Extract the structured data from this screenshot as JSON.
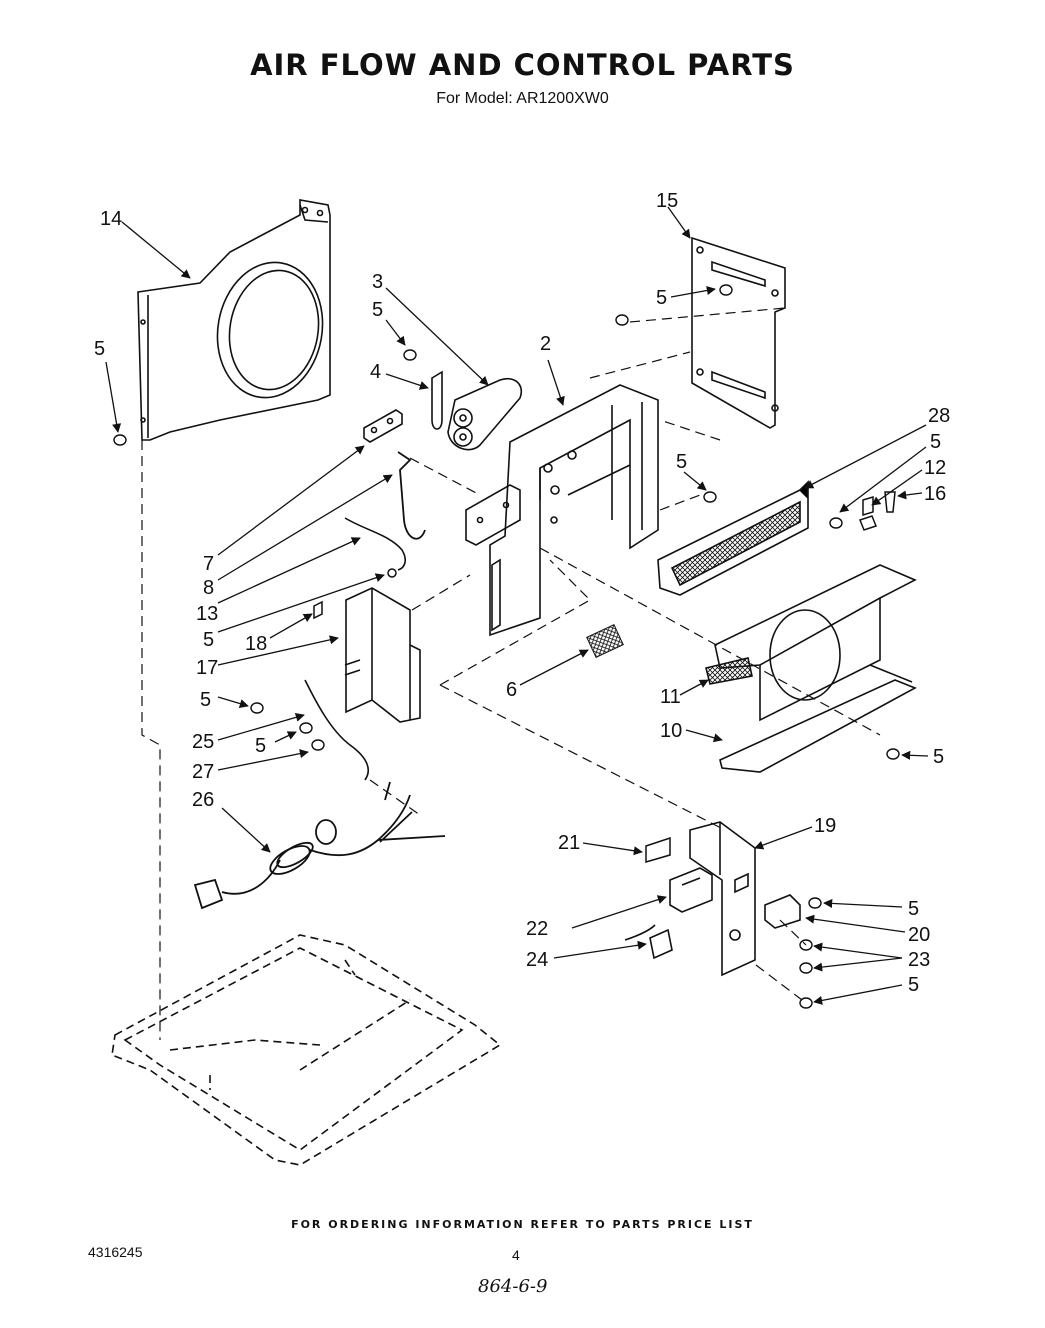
{
  "title": "AIR FLOW AND CONTROL PARTS",
  "subtitle": "For Model: AR1200XW0",
  "footer_note": "FOR ORDERING INFORMATION REFER TO PARTS PRICE LIST",
  "document_number": "4316245",
  "page_number": "4",
  "handwritten_note": "864-6-9",
  "callouts": {
    "c14": "14",
    "c15": "15",
    "c3": "3",
    "c5a": "5",
    "c5b": "5",
    "c5c": "5",
    "c2": "2",
    "c4": "4",
    "c28": "28",
    "c5d": "5",
    "c12": "12",
    "c5e": "5",
    "c16": "16",
    "c7": "7",
    "c8": "8",
    "c13": "13",
    "c5f": "5",
    "c18": "18",
    "c17": "17",
    "c6": "6",
    "c11": "11",
    "c5g": "5",
    "c10": "10",
    "c5h": "5",
    "c25": "25",
    "c5i": "5",
    "c27": "27",
    "c26": "26",
    "c19": "19",
    "c21": "21",
    "c5j": "5",
    "c22": "22",
    "c20": "20",
    "c23": "23",
    "c24": "24",
    "c5k": "5"
  }
}
